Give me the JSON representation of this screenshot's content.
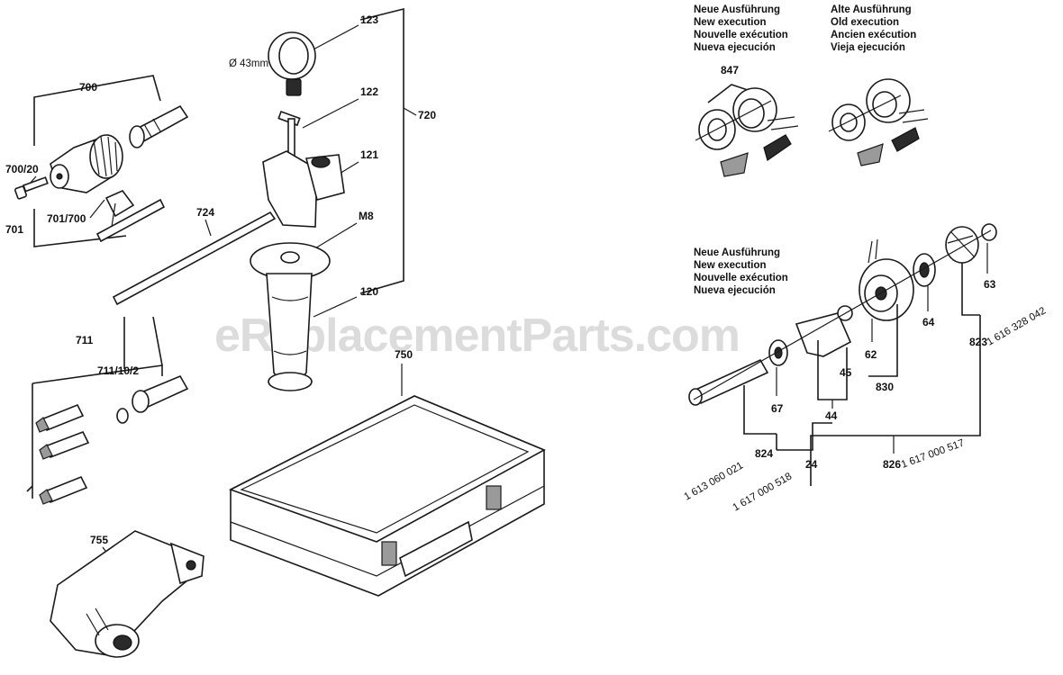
{
  "watermark": "eReplacementParts.com",
  "headers": {
    "new_execution": [
      "Neue Ausführung",
      "New execution",
      "Nouvelle exécution",
      "Nueva ejecución"
    ],
    "old_execution": [
      "Alte Ausführung",
      "Old execution",
      "Ancien exécution",
      "Vieja ejecución"
    ],
    "new_execution_2": [
      "Neue Ausführung",
      "New execution",
      "Nouvelle exécution",
      "Nueva ejecución"
    ]
  },
  "callouts": {
    "c123": "123",
    "c122": "122",
    "c121": "121",
    "c720": "720",
    "c724": "724",
    "cM8": "M8",
    "c120": "120",
    "cDia": "Ø 43mm",
    "c700": "700",
    "c700_20": "700/20",
    "c701": "701",
    "c701_700": "701/700",
    "c711": "711",
    "c711_10_2": "711/10/2",
    "c750": "750",
    "c755": "755",
    "c847": "847",
    "c830": "830",
    "c62": "62",
    "c64": "64",
    "c63": "63",
    "c823": "823",
    "c45": "45",
    "c67": "67",
    "c44": "44",
    "c824": "824",
    "c24": "24",
    "c826": "826",
    "pn_823": "1 616 328 042",
    "pn_824": "1 613 060 021",
    "pn_24": "1 617 000 518",
    "pn_826": "1 617 000 517"
  }
}
